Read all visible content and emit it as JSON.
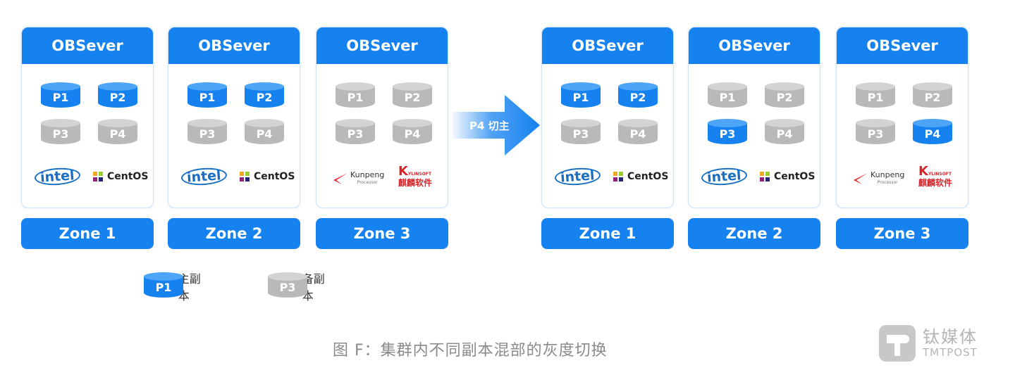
{
  "diagram": {
    "before": {
      "servers": [
        {
          "title": "OBSever",
          "zone": "Zone 1",
          "replicas": [
            {
              "id": "P1",
              "role": "primary"
            },
            {
              "id": "P2",
              "role": "primary"
            },
            {
              "id": "P3",
              "role": "backup"
            },
            {
              "id": "P4",
              "role": "backup"
            }
          ],
          "logos": [
            "intel",
            "CentOS"
          ]
        },
        {
          "title": "OBSever",
          "zone": "Zone 2",
          "replicas": [
            {
              "id": "P1",
              "role": "primary"
            },
            {
              "id": "P2",
              "role": "primary"
            },
            {
              "id": "P3",
              "role": "backup"
            },
            {
              "id": "P4",
              "role": "backup"
            }
          ],
          "logos": [
            "intel",
            "CentOS"
          ]
        },
        {
          "title": "OBSever",
          "zone": "Zone 3",
          "replicas": [
            {
              "id": "P1",
              "role": "backup"
            },
            {
              "id": "P2",
              "role": "backup"
            },
            {
              "id": "P3",
              "role": "backup"
            },
            {
              "id": "P4",
              "role": "backup"
            }
          ],
          "logos": [
            "Kunpeng",
            "KYLINSOFT 麒麟软件"
          ]
        }
      ]
    },
    "arrow_label": "P4 切主",
    "after": {
      "servers": [
        {
          "title": "OBSever",
          "zone": "Zone 1",
          "replicas": [
            {
              "id": "P1",
              "role": "primary"
            },
            {
              "id": "P2",
              "role": "primary"
            },
            {
              "id": "P3",
              "role": "backup"
            },
            {
              "id": "P4",
              "role": "backup"
            }
          ],
          "logos": [
            "intel",
            "CentOS"
          ]
        },
        {
          "title": "OBSever",
          "zone": "Zone 2",
          "replicas": [
            {
              "id": "P1",
              "role": "backup"
            },
            {
              "id": "P2",
              "role": "backup"
            },
            {
              "id": "P3",
              "role": "primary"
            },
            {
              "id": "P4",
              "role": "backup"
            }
          ],
          "logos": [
            "intel",
            "CentOS"
          ]
        },
        {
          "title": "OBSever",
          "zone": "Zone 3",
          "replicas": [
            {
              "id": "P1",
              "role": "backup"
            },
            {
              "id": "P2",
              "role": "backup"
            },
            {
              "id": "P3",
              "role": "backup"
            },
            {
              "id": "P4",
              "role": "primary"
            }
          ],
          "logos": [
            "Kunpeng",
            "KYLINSOFT 麒麟软件"
          ]
        }
      ]
    },
    "legend": [
      {
        "sample": "P1",
        "role": "primary",
        "label": "主副本"
      },
      {
        "sample": "P3",
        "role": "backup",
        "label": "备副本"
      }
    ],
    "logo_text": {
      "intel": "intel",
      "centos": "CentOS",
      "kunpeng": "Kunpeng",
      "kunpeng_sub": "Processor",
      "kylin_en": "YLINSOFT",
      "kylin_k": "K",
      "kylin_cn": "麒麟软件"
    }
  },
  "caption": "图 F：集群内不同副本混部的灰度切换",
  "watermark": {
    "cn": "钛媒体",
    "en": "TMTPOST"
  },
  "colors": {
    "primary": "#1582f0",
    "backup": "#b9b9b9",
    "arrow": "#1582f0"
  }
}
